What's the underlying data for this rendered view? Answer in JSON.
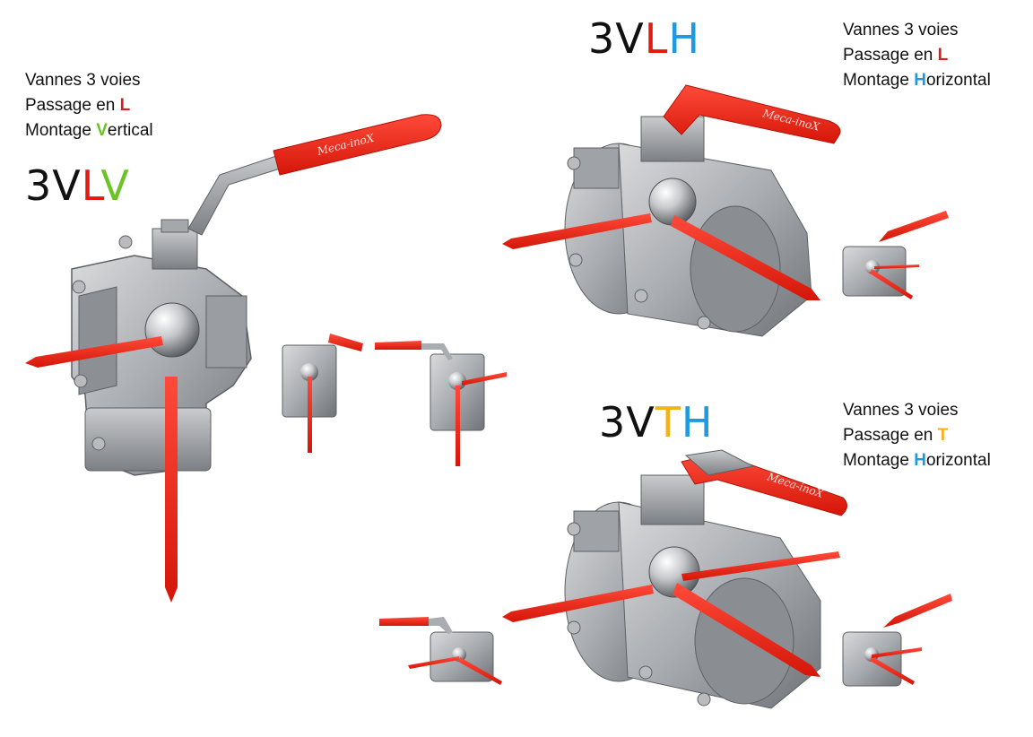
{
  "colors": {
    "red": "#e11a12",
    "green": "#6cc325",
    "blue": "#1e9be0",
    "orange": "#f3b21b",
    "steel": "#b4b6ba",
    "steel_dark": "#7f8286",
    "handle": "#ef2a1c"
  },
  "vertical": {
    "line1": "Vannes 3 voies",
    "line2_prefix": "Passage en ",
    "line2_letter": "L",
    "line3_prefix": "Montage ",
    "line3_letter": "V",
    "line3_suffix": "ertical",
    "code_a": "3V",
    "code_b": "L",
    "code_c": "V"
  },
  "horizontal_l": {
    "line1": "Vannes 3 voies",
    "line2_prefix": "Passage en ",
    "line2_letter": "L",
    "line3_prefix": "Montage ",
    "line3_letter": "H",
    "line3_suffix": "orizontal",
    "code_a": "3V",
    "code_b": "L",
    "code_c": "H"
  },
  "horizontal_t": {
    "line1": "Vannes 3 voies",
    "line2_prefix": "Passage en ",
    "line2_letter": "T",
    "line3_prefix": "Montage ",
    "line3_letter": "H",
    "line3_suffix": "orizontal",
    "code_a": "3V",
    "code_b": "T",
    "code_c": "H"
  },
  "brand": "Meca-inoX",
  "icons": [
    "valve-3vlv-illustration",
    "valve-3vlh-illustration",
    "valve-3vth-illustration"
  ]
}
